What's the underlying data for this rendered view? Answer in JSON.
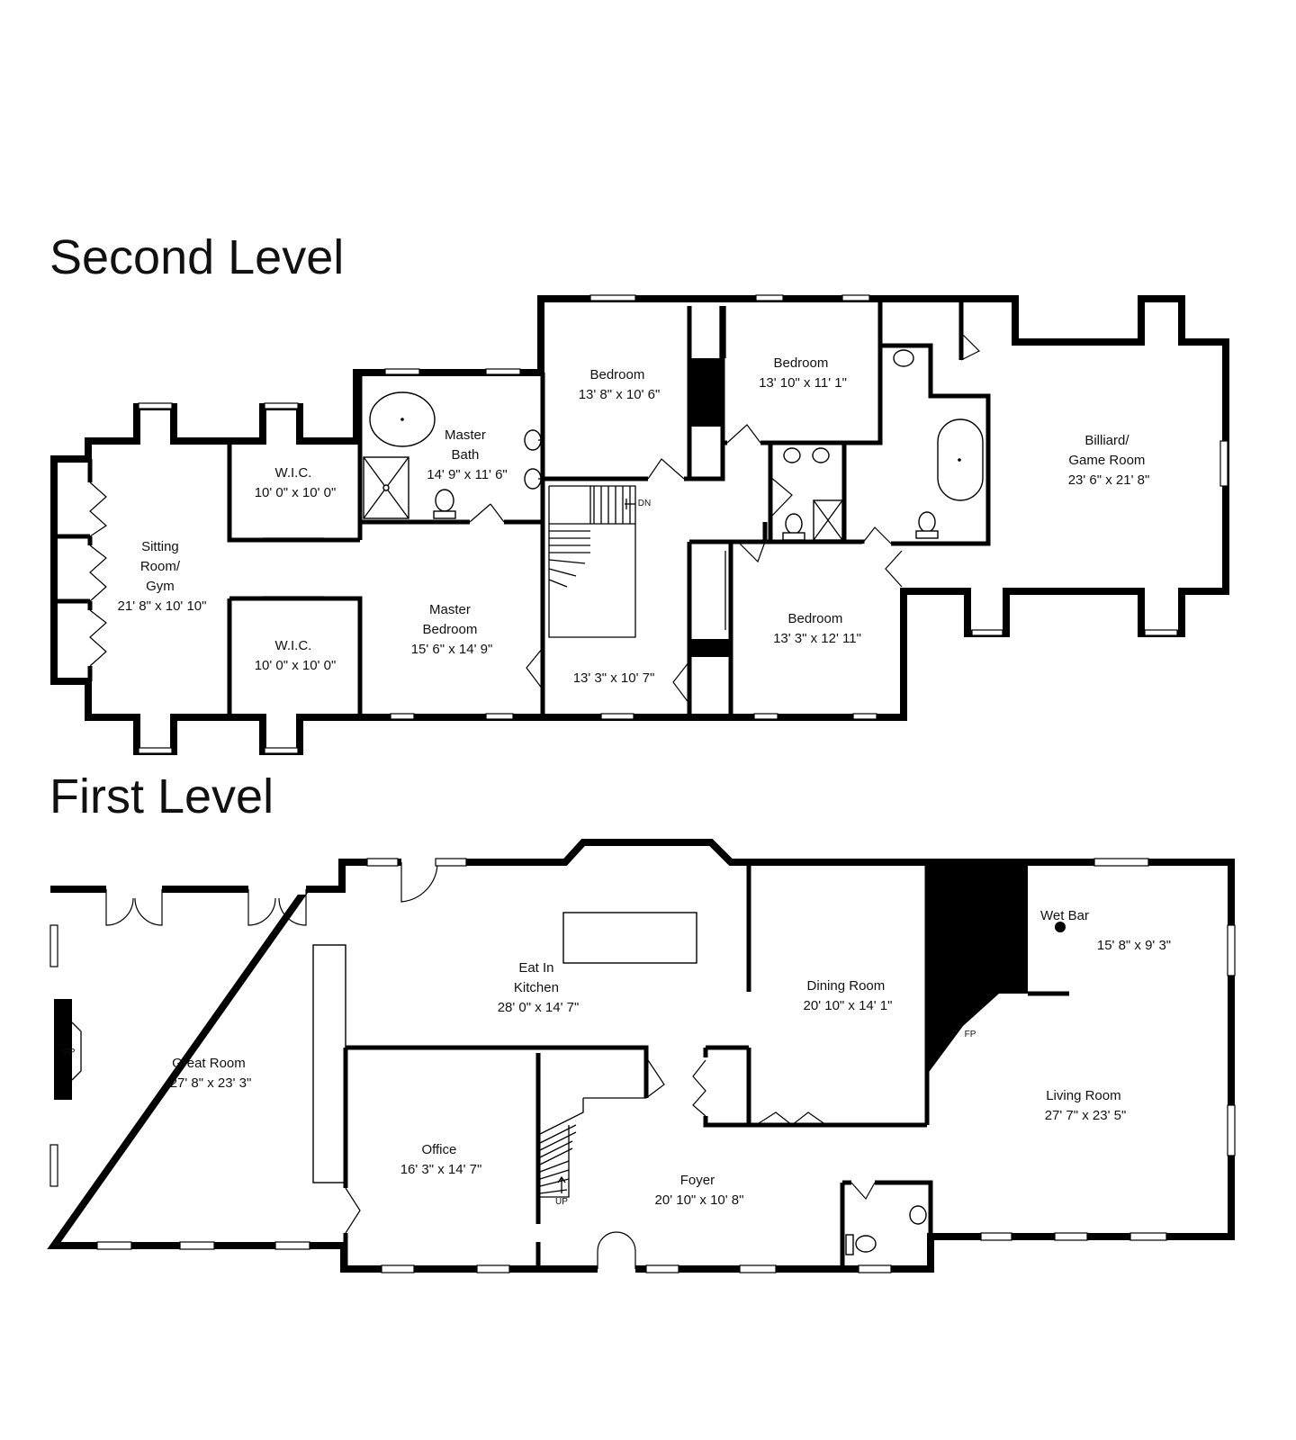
{
  "levels": {
    "second": {
      "title": "Second Level",
      "rooms": {
        "sitting": [
          "Sitting",
          "Room/",
          "Gym",
          "21' 8\" x 10' 10\""
        ],
        "wic_top": [
          "W.I.C.",
          "10' 0\" x 10' 0\""
        ],
        "wic_bottom": [
          "W.I.C.",
          "10' 0\" x 10' 0\""
        ],
        "master_bath": [
          "Master",
          "Bath",
          "14' 9\" x 11' 6\""
        ],
        "master_bedroom": [
          "Master",
          "Bedroom",
          "15' 6\" x 14' 9\""
        ],
        "bedroom1": [
          "Bedroom",
          "13' 8\" x 10' 6\""
        ],
        "bedroom2": [
          "Bedroom",
          "13' 10\" x 11' 1\""
        ],
        "bedroom3": [
          "Bedroom",
          "13' 3\" x 12' 11\""
        ],
        "hall": [
          "13' 3\" x 10' 7\""
        ],
        "billiard": [
          "Billiard/",
          "Game Room",
          "23' 6\" x 21' 8\""
        ]
      },
      "stair_label": "DN"
    },
    "first": {
      "title": "First Level",
      "rooms": {
        "great_room": [
          "Great Room",
          "27' 8\" x 23' 3\""
        ],
        "kitchen": [
          "Eat In",
          "Kitchen",
          "28' 0\" x 14' 7\""
        ],
        "dining": [
          "Dining Room",
          "20' 10\" x 14' 1\""
        ],
        "wet_bar": [
          "Wet Bar"
        ],
        "wet_bar_dim": [
          "15' 8\" x 9' 3\""
        ],
        "living": [
          "Living Room",
          "27' 7\" x 23' 5\""
        ],
        "office": [
          "Office",
          "16' 3\" x 14' 7\""
        ],
        "foyer": [
          "Foyer",
          "20' 10\" x 10' 8\""
        ]
      },
      "fp_left": "FP",
      "fp_right": "FP",
      "stair_label": "UP"
    }
  }
}
